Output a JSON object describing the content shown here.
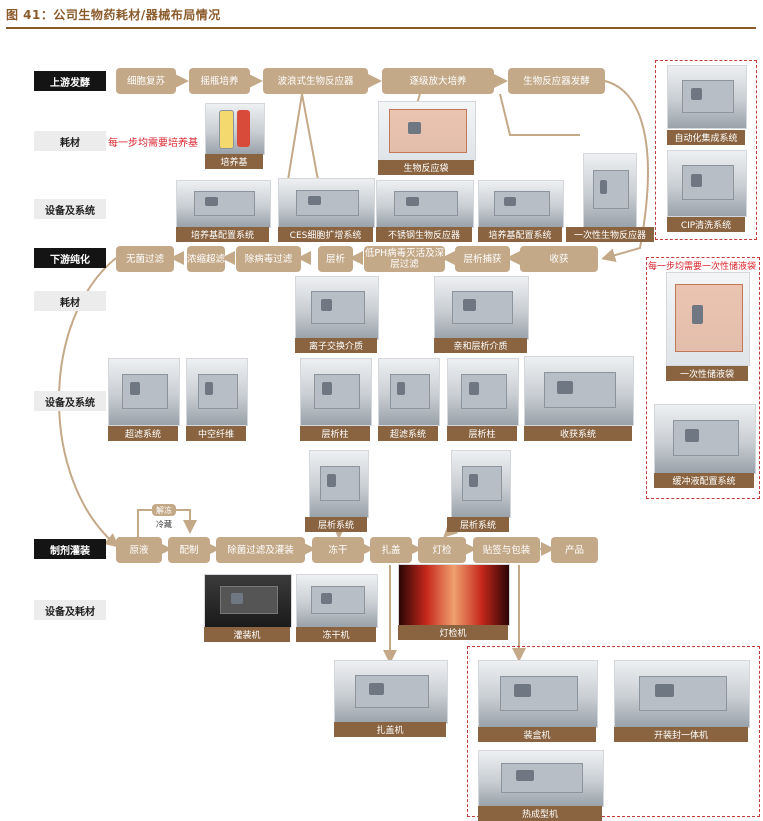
{
  "title": "图 41：公司生物药耗材/器械布局情况",
  "sections": {
    "upstream": "上游发酵",
    "consumables1": "耗材",
    "equipment1": "设备及系统",
    "downstream": "下游纯化",
    "consumables2": "耗材",
    "equipment2": "设备及系统",
    "filling": "制剂灌装",
    "equipment3": "设备及耗材"
  },
  "notes": {
    "medium_each_step": "每一步均需要培养基",
    "storage_bag_each_step": "每一步均需要一次性储液袋"
  },
  "upstream_flow": [
    "细胞复苏",
    "摇瓶培养",
    "波浪式生物反应器",
    "逐级放大培养",
    "生物反应器发酵"
  ],
  "downstream_flow": [
    "收获",
    "层析捕获",
    "低PH病毒灭活及深层过滤",
    "层析",
    "除病毒过滤",
    "浓缩超滤",
    "无菌过滤"
  ],
  "filling_flow": [
    "原液",
    "配制",
    "除菌过滤及灌装",
    "冻干",
    "扎盖",
    "灯检",
    "贴签与包装",
    "产品"
  ],
  "filling_side": {
    "thaw": "解冻",
    "cold": "冷藏"
  },
  "captions": {
    "culture_medium": "培养基",
    "bioreactor_bag": "生物反应袋",
    "medium_prep_1": "培养基配置系统",
    "ces": "CES细胞扩增系统",
    "steel_reactor": "不锈钢生物反应器",
    "medium_prep_2": "培养基配置系统",
    "single_use_reactor": "一次性生物反应器",
    "auto_integration": "自动化集成系统",
    "cip": "CIP清洗系统",
    "ion_exchange": "离子交换介质",
    "affinity": "亲和层析介质",
    "single_use_bag": "一次性储液袋",
    "buffer_prep": "缓冲液配置系统",
    "uf_1": "超滤系统",
    "hollow_fiber": "中空纤维",
    "column_1": "层析柱",
    "uf_2": "超滤系统",
    "column_2": "层析柱",
    "harvest": "收获系统",
    "chrom_sys_1": "层析系统",
    "chrom_sys_2": "层析系统",
    "filler": "灌装机",
    "freeze_dryer": "冻干机",
    "inspection": "灯检机",
    "capper": "扎盖机",
    "cartoner": "装盒机",
    "case_erector": "开装封一体机",
    "thermoformer": "热成型机"
  }
}
